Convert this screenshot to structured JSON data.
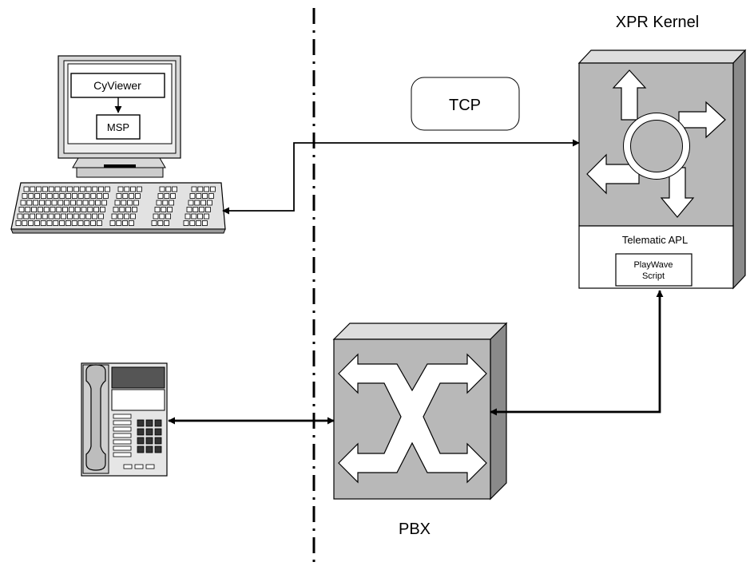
{
  "workstation": {
    "viewer_label": "CyViewer",
    "plugin_label": "MSP"
  },
  "protocol": {
    "label": "TCP"
  },
  "kernel": {
    "title": "XPR Kernel",
    "app_label": "Telematic APL",
    "script_label_line1": "PlayWave",
    "script_label_line2": "Script"
  },
  "pbx": {
    "label": "PBX"
  },
  "colors": {
    "device_face": "#b8b8b8",
    "device_side": "#8a8a8a",
    "device_top": "#dddddd",
    "line": "#000000",
    "background": "#ffffff"
  }
}
